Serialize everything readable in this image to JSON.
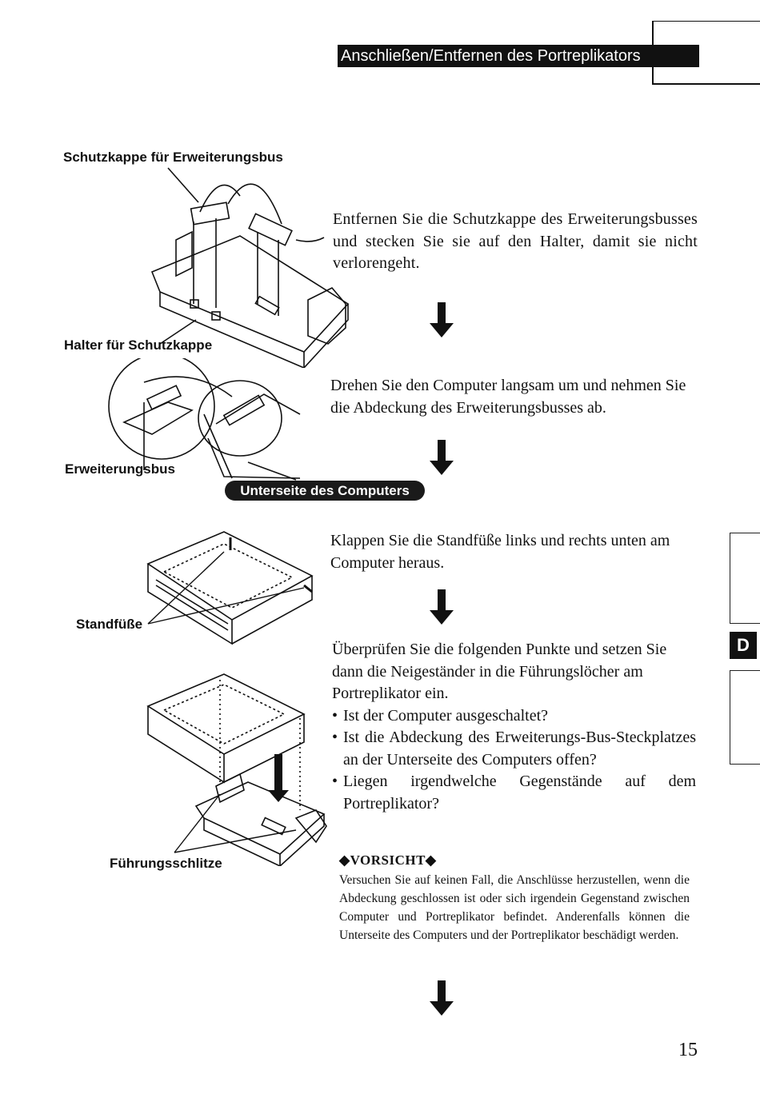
{
  "header": {
    "title": "Anschließen/Entfernen des Portreplikators"
  },
  "labels": {
    "schutzkappe_bus": "Schutzkappe für Erweiterungsbus",
    "halter_schutzkappe": "Halter für Schutzkappe",
    "erweiterungsbus": "Erweiterungsbus",
    "unterseite": "Unterseite des Computers",
    "standfuesse": "Standfüße",
    "fuehrungsschlitze": "Führungsschlitze"
  },
  "steps": {
    "step1": "Entfernen Sie die Schutzkappe des Erweiterungsbusses und stecken Sie sie auf den Halter, damit sie nicht verlorengeht.",
    "step2": "Drehen Sie den Computer langsam um und nehmen Sie die Abdeckung des Erweiterungsbusses ab.",
    "step3": "Klappen Sie die Standfüße links und rechts unten am Computer heraus.",
    "step4_intro": "Überprüfen Sie die folgenden Punkte und setzen Sie dann die Neigeständer in die Führungslöcher am Portreplikator ein.",
    "bullets": [
      "Ist der Computer ausgeschaltet?",
      "Ist die Abdeckung des Erweiterungs-Bus-Steckplatzes an der Unterseite des Computers offen?",
      "Liegen irgendwelche Gegenstände auf dem Portreplikator?"
    ],
    "bullet_symbol": "•"
  },
  "caution": {
    "title": "◆VORSICHT◆",
    "text": "Versuchen Sie auf keinen Fall, die Anschlüsse herzustellen, wenn die Abdeckung geschlossen ist oder sich irgendein Gegenstand zwischen Computer und Portreplikator befindet. Anderenfalls können die Unterseite des Computers und der Portreplikator beschädigt werden."
  },
  "side_tab": {
    "letter": "D"
  },
  "page_number": "15",
  "icons": [
    "down-arrow-icon"
  ]
}
